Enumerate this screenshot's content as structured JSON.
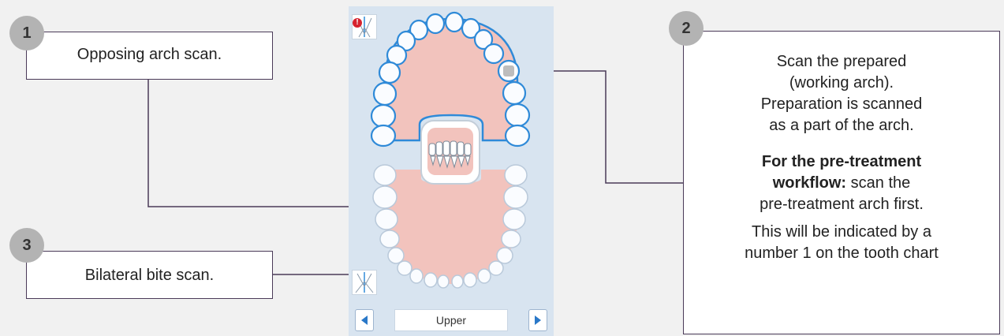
{
  "callouts": {
    "opposing": {
      "number": "1",
      "text": "Opposing arch scan."
    },
    "prepared": {
      "number": "2",
      "line1": "Scan the prepared",
      "line2": "(working arch).",
      "line3": "Preparation is scanned",
      "line4": "as a part of the arch.",
      "bold1": "For the pre-treatment",
      "bold2": "workflow:",
      "after_bold": " scan the",
      "line7": "pre-treatment arch first.",
      "line8": "This will be indicated by a",
      "line9": "number 1 on the tooth chart"
    },
    "bite": {
      "number": "3",
      "text": "Bilateral bite scan."
    }
  },
  "tooth_chart": {
    "arch_selector": {
      "value": "Upper"
    },
    "prev_icon": "triangle-left-icon",
    "next_icon": "triangle-right-icon",
    "alert_icon": "exclamation-icon"
  },
  "colors": {
    "selected_outline": "#2f8ad8",
    "gum": "#f2c3bd",
    "panel_bg": "#d8e4f0",
    "leader_line": "#4a3a58",
    "badge": "#b3b3b3",
    "nav_arrow": "#2a78c8"
  }
}
